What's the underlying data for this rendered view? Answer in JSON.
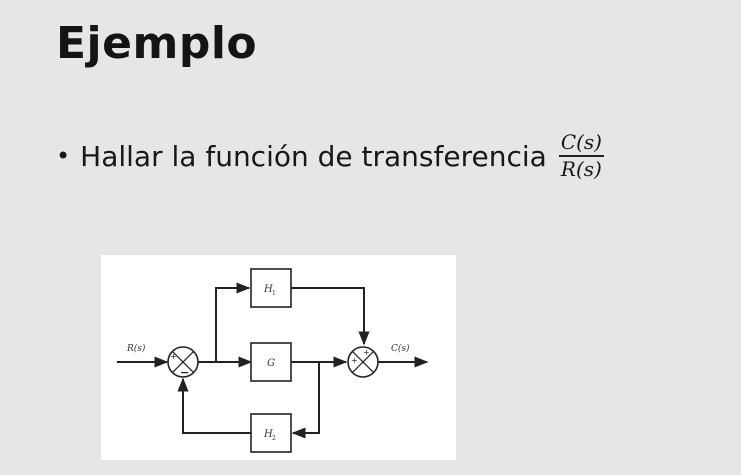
{
  "slide": {
    "title": "Ejemplo",
    "bullet_symbol": "•",
    "bullet_text": "Hallar la función de transferencia",
    "fraction": {
      "numerator": "C(s)",
      "denominator": "R(s)"
    }
  },
  "diagram": {
    "input_label": "R(s)",
    "output_label": "C(s)",
    "blocks": {
      "h1": "H",
      "h1_sub": "1",
      "g": "G",
      "h2": "H",
      "h2_sub": "2"
    },
    "summer1_signs": {
      "top": "+",
      "bottom": "−"
    },
    "summer2_signs": {
      "top": "+",
      "left": "+"
    }
  }
}
